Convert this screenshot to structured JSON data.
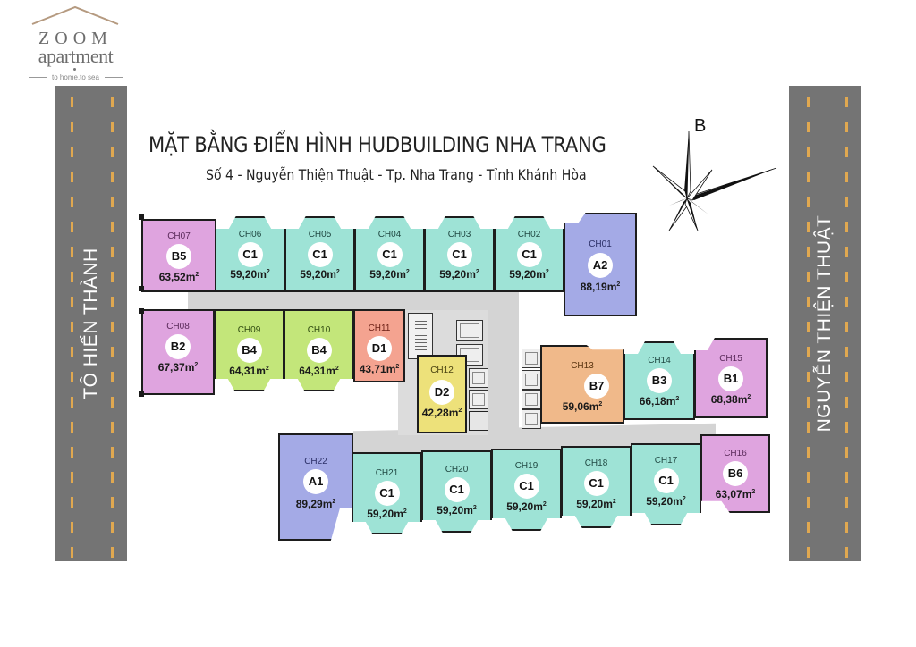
{
  "logo": {
    "brand_top": "ZOOM",
    "brand_bottom": "apartment",
    "tagline": "to home,to sea"
  },
  "header": {
    "title": "MẶT BẰNG ĐIỂN HÌNH HUDBUILDING NHA TRANG",
    "subtitle": "Số 4 - Nguyễn Thiện Thuật - Tp. Nha Trang - Tỉnh Khánh Hòa"
  },
  "compass": {
    "label": "B"
  },
  "roads": {
    "left": "TÔ HIẾN THÀNH",
    "right": "NGUYỄN THIỆN THUẬT"
  },
  "colors": {
    "road": "#747474",
    "lane_marking": "#e0a850",
    "corridor": "#d4d4d4",
    "type_C": "#9ee3d6",
    "type_B_pink": "#dfa4df",
    "type_A": "#a4aae6",
    "type_B4": "#c3e67a",
    "type_D1": "#f4a390",
    "type_D2": "#ede17a",
    "type_B7": "#f0b98a",
    "type_B3": "#9ee3d6"
  },
  "units": [
    {
      "code": "CH01",
      "type": "A2",
      "area": "88,19",
      "unit": "m",
      "sup": "2"
    },
    {
      "code": "CH02",
      "type": "C1",
      "area": "59,20",
      "unit": "m",
      "sup": "2"
    },
    {
      "code": "CH03",
      "type": "C1",
      "area": "59,20",
      "unit": "m",
      "sup": "2"
    },
    {
      "code": "CH04",
      "type": "C1",
      "area": "59,20",
      "unit": "m",
      "sup": "2"
    },
    {
      "code": "CH05",
      "type": "C1",
      "area": "59,20",
      "unit": "m",
      "sup": "2"
    },
    {
      "code": "CH06",
      "type": "C1",
      "area": "59,20",
      "unit": "m",
      "sup": "2"
    },
    {
      "code": "CH07",
      "type": "B5",
      "area": "63,52",
      "unit": "m",
      "sup": "2"
    },
    {
      "code": "CH08",
      "type": "B2",
      "area": "67,37",
      "unit": "m",
      "sup": "2"
    },
    {
      "code": "CH09",
      "type": "B4",
      "area": "64,31",
      "unit": "m",
      "sup": "2"
    },
    {
      "code": "CH10",
      "type": "B4",
      "area": "64,31",
      "unit": "m",
      "sup": "2"
    },
    {
      "code": "CH11",
      "type": "D1",
      "area": "43,71",
      "unit": "m",
      "sup": "2"
    },
    {
      "code": "CH12",
      "type": "D2",
      "area": "42,28",
      "unit": "m",
      "sup": "2"
    },
    {
      "code": "CH13",
      "type": "B7",
      "area": "59,06",
      "unit": "m",
      "sup": "2"
    },
    {
      "code": "CH14",
      "type": "B3",
      "area": "66,18",
      "unit": "m",
      "sup": "2"
    },
    {
      "code": "CH15",
      "type": "B1",
      "area": "68,38",
      "unit": "m",
      "sup": "2"
    },
    {
      "code": "CH16",
      "type": "B6",
      "area": "63,07",
      "unit": "m",
      "sup": "2"
    },
    {
      "code": "CH17",
      "type": "C1",
      "area": "59,20",
      "unit": "m",
      "sup": "2"
    },
    {
      "code": "CH18",
      "type": "C1",
      "area": "59,20",
      "unit": "m",
      "sup": "2"
    },
    {
      "code": "CH19",
      "type": "C1",
      "area": "59,20",
      "unit": "m",
      "sup": "2"
    },
    {
      "code": "CH20",
      "type": "C1",
      "area": "59,20",
      "unit": "m",
      "sup": "2"
    },
    {
      "code": "CH21",
      "type": "C1",
      "area": "59,20",
      "unit": "m",
      "sup": "2"
    },
    {
      "code": "CH22",
      "type": "A1",
      "area": "89,29",
      "unit": "m",
      "sup": "2"
    }
  ]
}
